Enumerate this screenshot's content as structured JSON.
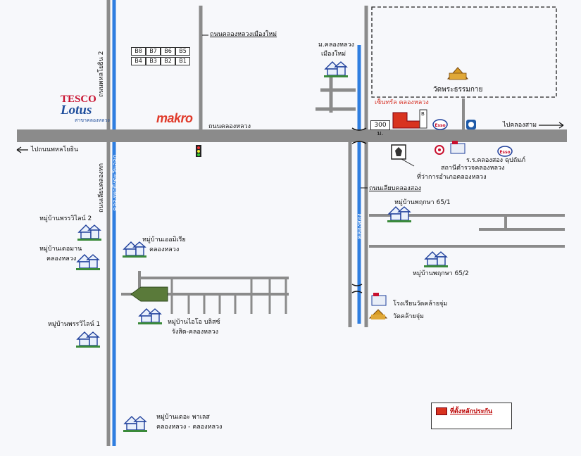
{
  "roads": {
    "main_road": "ถนนคลองหลวง",
    "new_road": "ถนนคลองหลวงเมืองใหม่",
    "phahon": "ถนนพหลโยธิน 2",
    "khlong6": "ถนนเลียบคลองหก",
    "khlong_rd": "ถนนเลียบคลองสอง"
  },
  "directions": {
    "west": "ไปถนนพหลโยธิน",
    "east": "ไปคลองสาม"
  },
  "canals": {
    "left": "คลองหกฝั่งตะวันออก",
    "right": "คลองสอง"
  },
  "landmarks": {
    "tesco_1": "TESCO",
    "tesco_2": "Lotus",
    "tesco_3": "สาขาคลองหลวง",
    "makro": "makro",
    "wat": "วัดพระธรรมกาย",
    "distance": "300 ม.",
    "center": "เซ็นทรัล คลองหลวง",
    "center_b": "B",
    "police": "สถานีตำรวจคลองหลวง",
    "school": "ร.ร.คลองสอง ฉุปถัมภ์",
    "district": "ที่ว่าการอำเภอคลองหลวง",
    "temple_school": "โรงเรียนวัดคล้ายจุ่ม",
    "temple": "วัดคล้ายจุ่ม"
  },
  "blocks": [
    "B8",
    "B7",
    "B6",
    "B5",
    "B4",
    "B3",
    "B2",
    "B1"
  ],
  "villages": {
    "v1": "ม.คลองหลวง",
    "v1b": "เมืองใหม่",
    "v2": "หมู่บ้านพฤกษา 65/1",
    "v3": "หมู่บ้านพฤกษา 65/2",
    "v4": "หมู่บ้านพรรวิไลน์ 2",
    "v5": "หมู่บ้านเดอมาน",
    "v5b": "คลองหลวง",
    "v6": "หมู่บ้านเออมิเรีย",
    "v6b": "คลองหลวง",
    "v7": "หมู่บ้านไอโอ บลิสซ์",
    "v7b": "รังสิต-คลองหลวง",
    "v8": "หมู่บ้านพรรวิไลน์ 1",
    "v9": "หมู่บ้านเดอะ พาเลส",
    "v9b": "คลองหลวง - คลองหลวง"
  },
  "legend": {
    "label": "ที่ตั้งหลักประกัน"
  },
  "colors": {
    "road": "#8b8b8b",
    "canal": "#2f7ee0",
    "site": "#d8331f"
  },
  "icons": [
    "house-icon",
    "traffic-light-icon",
    "esso-icon",
    "gas-station-icon",
    "government-emblem-icon",
    "school-flag-icon",
    "temple-icon"
  ]
}
